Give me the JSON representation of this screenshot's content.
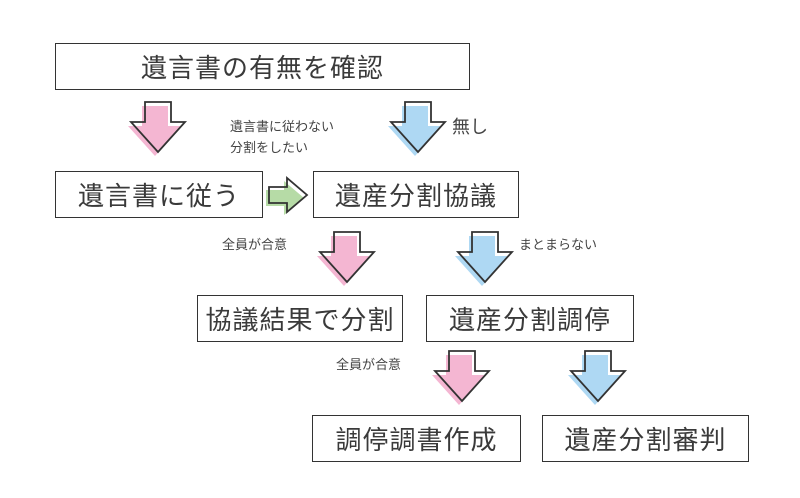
{
  "colors": {
    "pink": "#f4b6d2",
    "blue": "#aed8f3",
    "green": "#b6dba6",
    "stroke": "#333333"
  },
  "boxes": {
    "check_will": "遺言書の有無を確認",
    "follow_will": "遺言書に従う",
    "division_talks": "遺産分割協議",
    "split_by_result": "協議結果で分割",
    "mediation": "遺産分割調停",
    "mediation_record": "調停調書作成",
    "trial": "遺産分割審判"
  },
  "labels": {
    "not_follow_line1": "遺言書に従わない",
    "not_follow_line2": "分割をしたい",
    "none": "無し",
    "all_agree_1": "全員が合意",
    "not_settled": "まとまらない",
    "all_agree_2": "全員が合意"
  }
}
